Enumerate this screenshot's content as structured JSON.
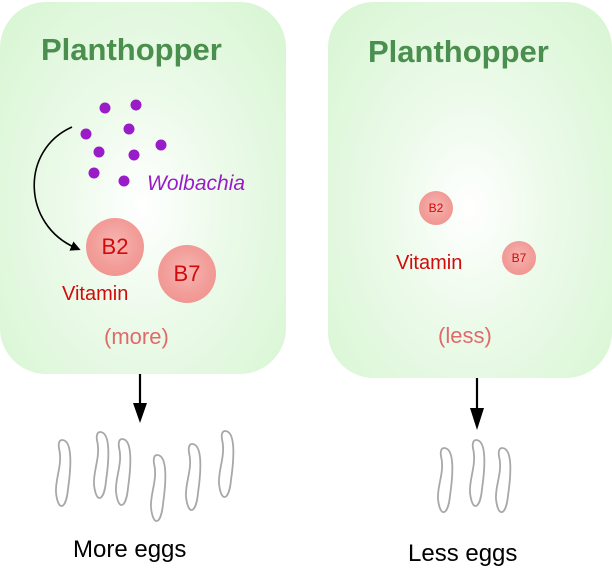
{
  "colors": {
    "panel_bg": "#d6f5d1",
    "title": "#4a8f4e",
    "vitamin": "#d10a0a",
    "amount": "#e06a6a",
    "wolbachia": "#9a1cc9",
    "egg_outline": "#a8a8a8"
  },
  "left_panel": {
    "title": "Planthopper",
    "symbiont_label": "Wolbachia",
    "symbiont_dot_count": 9,
    "vitamins": [
      {
        "label": "B2"
      },
      {
        "label": "B7"
      }
    ],
    "vitamin_label": "Vitamin",
    "amount_label": "(more)",
    "egg_count": 6,
    "caption": "More eggs"
  },
  "right_panel": {
    "title": "Planthopper",
    "vitamins": [
      {
        "label": "B2"
      },
      {
        "label": "B7"
      }
    ],
    "vitamin_label": "Vitamin",
    "amount_label": "(less)",
    "egg_count": 3,
    "caption": "Less eggs"
  }
}
